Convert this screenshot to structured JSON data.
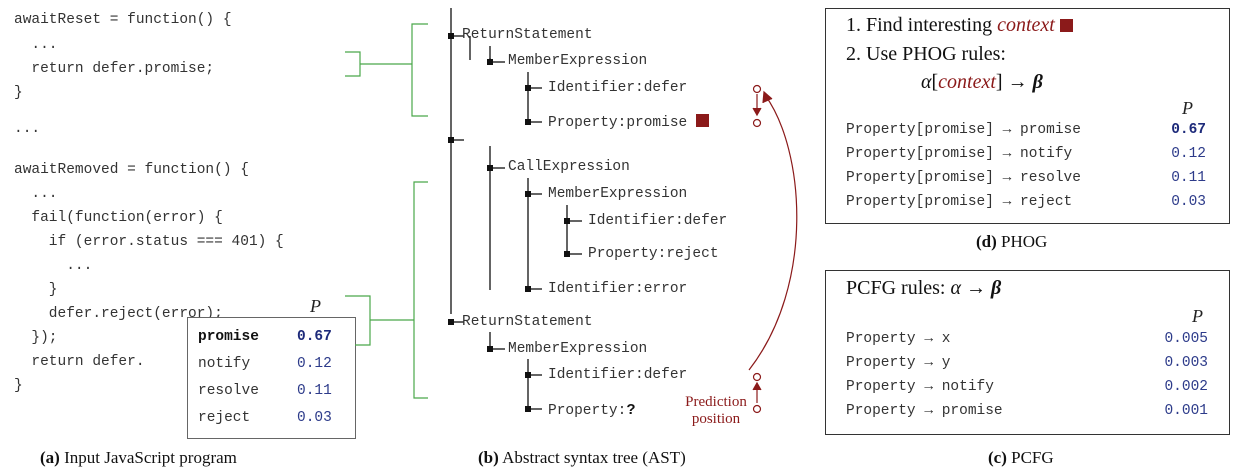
{
  "program": {
    "lines": [
      "awaitReset = function() {",
      "  ...",
      "  return defer.promise;",
      "}",
      "...",
      "awaitRemoved = function() {",
      "  ...",
      "  fail(function(error) {",
      "    if (error.status === 401) {",
      "      ...",
      "    }",
      "    defer.reject(error);",
      "  });",
      "  return defer.",
      "}"
    ],
    "suggestions": {
      "header": "P",
      "rows": [
        {
          "word": "promise",
          "prob": "0.67"
        },
        {
          "word": "notify",
          "prob": "0.12"
        },
        {
          "word": "resolve",
          "prob": "0.11"
        },
        {
          "word": "reject",
          "prob": "0.03"
        }
      ]
    },
    "caption_tag": "(a)",
    "caption_text": " Input JavaScript program"
  },
  "ast": {
    "nodes": [
      "ReturnStatement",
      "MemberExpression",
      "Identifier:defer",
      "Property:promise",
      "CallExpression",
      "MemberExpression",
      "Identifier:defer",
      "Property:reject",
      "Identifier:error",
      "ReturnStatement",
      "MemberExpression",
      "Identifier:defer",
      "Property:"
    ],
    "unknown_mark": "?",
    "prediction_label_1": "Prediction",
    "prediction_label_2": "position",
    "caption_tag": "(b)",
    "caption_text": " Abstract syntax tree (AST)",
    "accent_color": "#8b1a1a"
  },
  "phog": {
    "step1_prefix": "1. Find interesting ",
    "step1_context": "context",
    "step2": "2. Use PHOG rules:",
    "formula_alpha": "α",
    "formula_context": "context",
    "formula_arrow": " → ",
    "formula_beta": "β",
    "header": "P",
    "rules": [
      {
        "lhs": "Property[promise] → promise",
        "prob": "0.67",
        "bold": true
      },
      {
        "lhs": "Property[promise] → notify",
        "prob": "0.12",
        "bold": false
      },
      {
        "lhs": "Property[promise] → resolve",
        "prob": "0.11",
        "bold": false
      },
      {
        "lhs": "Property[promise] → reject",
        "prob": "0.03",
        "bold": false
      }
    ],
    "caption_tag": "(d)",
    "caption_text": " PHOG"
  },
  "pcfg": {
    "title_prefix": "PCFG rules: ",
    "title_alpha": "α",
    "title_arrow": " → ",
    "title_beta": "β",
    "header": "P",
    "rules": [
      {
        "lhs": "Property → x",
        "prob": "0.005"
      },
      {
        "lhs": "Property → y",
        "prob": "0.003"
      },
      {
        "lhs": "Property → notify",
        "prob": "0.002"
      },
      {
        "lhs": "Property → promise",
        "prob": "0.001"
      }
    ],
    "caption_tag": "(c)",
    "caption_text": " PCFG"
  }
}
